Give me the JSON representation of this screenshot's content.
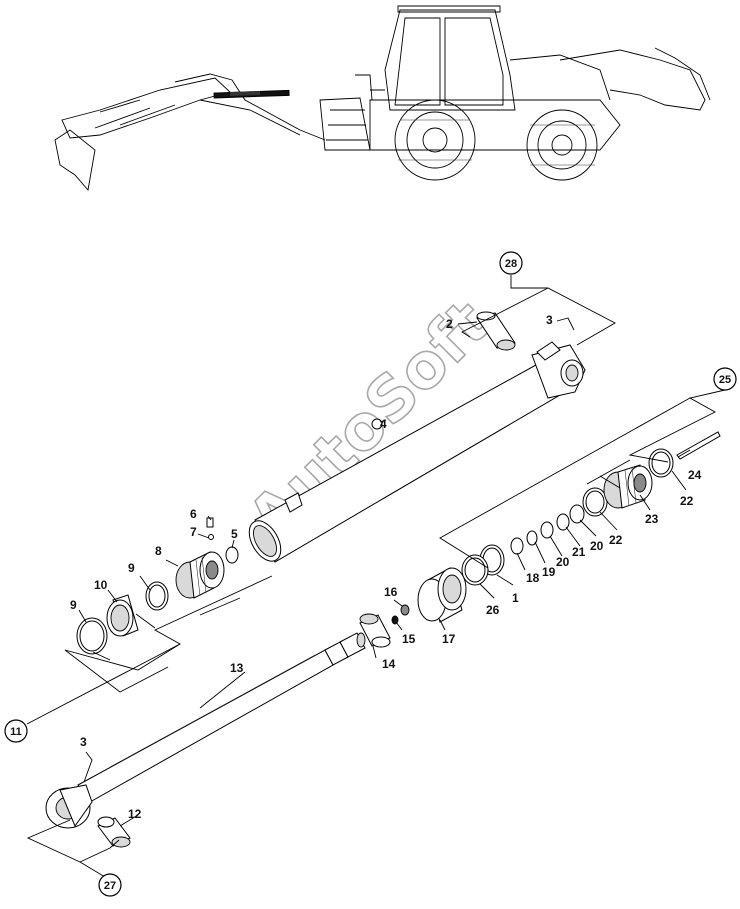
{
  "diagram": {
    "watermark": "AutoSoft",
    "callouts": {
      "c28": "28",
      "c25": "25",
      "c11": "11",
      "c27": "27"
    },
    "labels": {
      "l1": "1",
      "l2": "2",
      "l3a": "3",
      "l3b": "3",
      "l4": "4",
      "l5": "5",
      "l6": "6",
      "l7": "7",
      "l8": "8",
      "l9a": "9",
      "l9b": "9",
      "l10": "10",
      "l12": "12",
      "l13": "13",
      "l14": "14",
      "l15": "15",
      "l16": "16",
      "l17": "17",
      "l18": "18",
      "l19": "19",
      "l20a": "20",
      "l20b": "20",
      "l21": "21",
      "l22a": "22",
      "l22b": "22",
      "l23": "23",
      "l24": "24",
      "l26": "26"
    }
  }
}
